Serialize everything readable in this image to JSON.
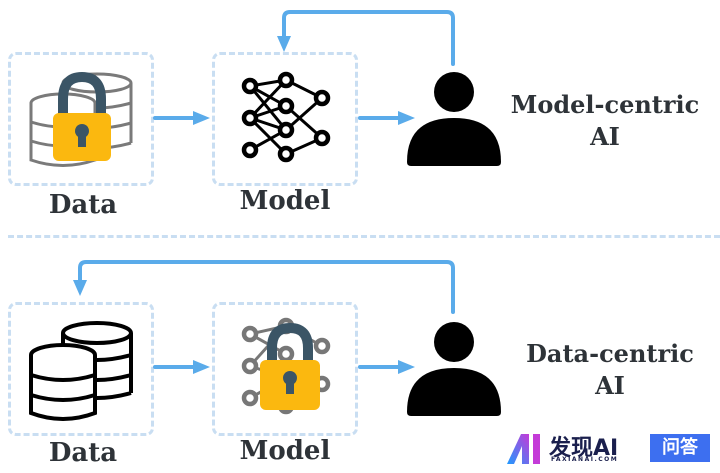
{
  "diagram": {
    "top_row": {
      "data_label": "Data",
      "model_label": "Model",
      "title_line1": "Model-centric",
      "title_line2": "AI",
      "data_icon": "locked-database-icon",
      "model_icon": "neural-network-icon",
      "user_icon": "person-icon",
      "feedback_target": "Model"
    },
    "bottom_row": {
      "data_label": "Data",
      "model_label": "Model",
      "title_line1": "Data-centric",
      "title_line2": "AI",
      "data_icon": "database-icon",
      "model_icon": "locked-neural-network-icon",
      "user_icon": "person-icon",
      "feedback_target": "Data"
    }
  },
  "colors": {
    "arrow": "#5aabea",
    "dashed_border": "#c9def2",
    "lock_body": "#fbb80f",
    "lock_shackle": "#3b5566",
    "text": "#2e3338"
  },
  "watermark": {
    "logo_text": "发现AI",
    "logo_sub": "FAXIANAI.COM",
    "badge": "问答"
  }
}
